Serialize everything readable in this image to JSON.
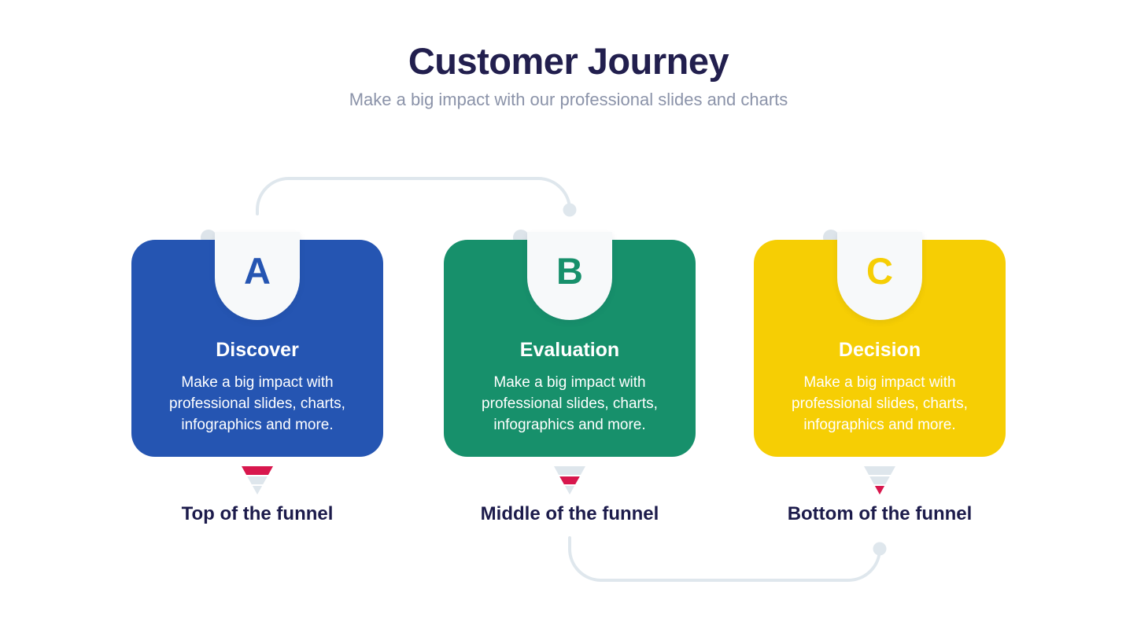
{
  "header": {
    "title": "Customer Journey",
    "subtitle": "Make a big impact with our professional slides and charts"
  },
  "cards": [
    {
      "letter": "A",
      "title": "Discover",
      "description_lines": [
        "Make a big impact with",
        "professional slides, charts,",
        "infographics and more."
      ],
      "funnel_label": "Top of the funnel",
      "funnel_stage": "top",
      "color": "#2555B2"
    },
    {
      "letter": "B",
      "title": "Evaluation",
      "description_lines": [
        "Make a big impact with",
        "professional slides, charts,",
        "infographics and more."
      ],
      "funnel_label": "Middle of the funnel",
      "funnel_stage": "middle",
      "color": "#17906B"
    },
    {
      "letter": "C",
      "title": "Decision",
      "description_lines": [
        "Make a big impact with",
        "professional slides, charts,",
        "infographics and more."
      ],
      "funnel_label": "Bottom of the funnel",
      "funnel_stage": "bottom",
      "color": "#F6CE04"
    }
  ],
  "theme": {
    "background": "#FFFFFF",
    "title_color": "#221F4E",
    "subtitle_color": "#8B93A9",
    "card_text_color": "#FFFFFF",
    "notch_color": "#F7F9FA",
    "pin_color": "#DDE4EA",
    "connector_color": "#DFE7ED",
    "funnel_active_color": "#D8174D",
    "funnel_idle_color": "#DEE6EC",
    "label_color": "#1C1B4B"
  }
}
